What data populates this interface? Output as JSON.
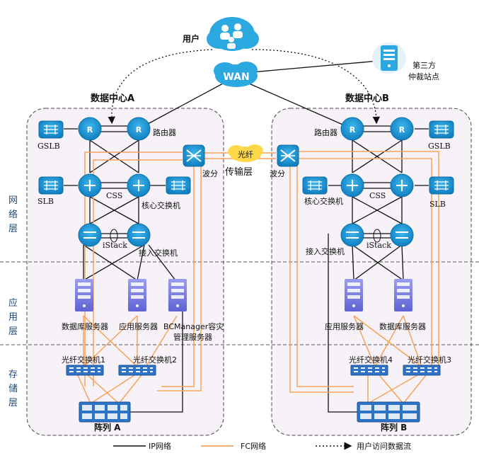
{
  "top": {
    "user": "用户",
    "wan": "WAN",
    "third_party": [
      "第三方",
      "仲裁站点"
    ]
  },
  "datacenters": {
    "a": "数据中心A",
    "b": "数据中心B"
  },
  "middle": {
    "fiber": "光纤",
    "transport": "传输层",
    "wdm_left": "波分",
    "wdm_right": "波分"
  },
  "layers": {
    "network": [
      "网",
      "络",
      "层"
    ],
    "application": [
      "应",
      "用",
      "层"
    ],
    "storage": [
      "存",
      "储",
      "层"
    ]
  },
  "dc_a": {
    "gslb": "GSLB",
    "slb": "SLB",
    "router": "路由器",
    "css": "CSS",
    "core": "核心交换机",
    "istack": "iStack",
    "access": "接入交换机",
    "servers": [
      "数据库服务器",
      "应用服务器"
    ],
    "bcm": [
      "BCManager容灾",
      "管理服务器"
    ],
    "fc1": "光纤交换机1",
    "fc2": "光纤交换机2",
    "array": "阵列 A"
  },
  "dc_b": {
    "gslb": "GSLB",
    "slb": "SLB",
    "router": "路由器",
    "css": "CSS",
    "core": "核心交换机",
    "istack": "iStack",
    "access": "接入交换机",
    "servers": [
      "应用服务器",
      "数据库服务器"
    ],
    "fc4": "光纤交换机4",
    "fc3": "光纤交换机3",
    "array": "阵列 B"
  },
  "legend": {
    "ip": "IP网络",
    "fc": "FC网络",
    "flow": "用户访问数据流"
  },
  "colors": {
    "node_fill": "#1a9ad6",
    "node_stroke": "#0d6fa3",
    "fc_line": "#f5a45a",
    "ip_line": "#111111",
    "dc_bg": "#f6f2f7",
    "server_fill": "#7b7fe6",
    "array_fill": "#2d74c8",
    "wan_cloud": "#2ba8e0",
    "fiber_cloud": "#ffd84a",
    "layer_text": "#1a4a7a"
  },
  "icons": {
    "router": "router-icon",
    "core_switch": "core-switch-icon",
    "access_switch": "access-switch-icon",
    "lb": "load-balancer-icon",
    "wdm": "wdm-icon",
    "server": "server-icon",
    "fc_switch": "fc-switch-icon",
    "array": "storage-array-icon",
    "users": "users-icon",
    "third_party": "server-tower-icon"
  }
}
